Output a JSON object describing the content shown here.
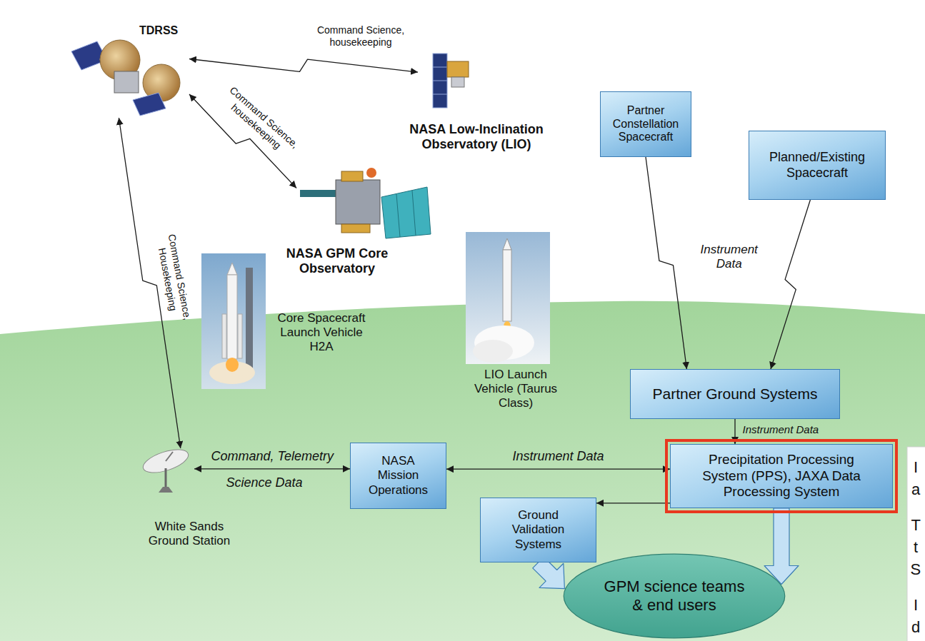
{
  "diagram": {
    "nodes": [
      {
        "text": [
          "TDRSS"
        ]
      },
      {
        "text": [
          "NASA Low-Inclination Observatory (LIO)"
        ]
      },
      {
        "text": [
          "NASA GPM Core Observatory"
        ]
      },
      {
        "text": [
          "Partner Constellation Spacecraft"
        ]
      },
      {
        "text": [
          "Planned/Existing Spacecraft"
        ]
      },
      {
        "text": [
          "Partner Ground Systems"
        ]
      },
      {
        "text": [
          "White Sands Ground Station"
        ]
      },
      {
        "text": [
          "NASA Mission Operations"
        ]
      },
      {
        "text": [
          "Precipitation Processing System (PPS), JAXA Data Processing System"
        ]
      },
      {
        "text": [
          "Ground Validation Systems"
        ]
      },
      {
        "text": [
          "GPM science teams & end users"
        ]
      }
    ],
    "edges": [
      {
        "from": 0,
        "to": 1,
        "arrow": "both",
        "label": "Command Science, housekeeping"
      },
      {
        "from": 0,
        "to": 2,
        "arrow": "both",
        "label": "Command Science, housekeeping"
      },
      {
        "from": 0,
        "to": 6,
        "arrow": "both",
        "label": "Command Science, Housekeeping"
      },
      {
        "from": 3,
        "to": 5,
        "arrow": "to",
        "label": "Instrument Data"
      },
      {
        "from": 4,
        "to": 5,
        "arrow": "to"
      },
      {
        "from": 5,
        "to": 8,
        "arrow": "to",
        "label": "Instrument Data"
      },
      {
        "from": 6,
        "to": 7,
        "arrow": "both",
        "label": "Command, Telemetry"
      },
      {
        "from": 7,
        "to": 8,
        "arrow": "both",
        "label": "Instrument Data"
      },
      {
        "from": 8,
        "to": 9,
        "arrow": "to"
      },
      {
        "from": 9,
        "to": 10,
        "arrow": "to"
      },
      {
        "from": 8,
        "to": 10,
        "arrow": "to"
      }
    ],
    "labels": [
      "Core Spacecraft Launch Vehicle H2A",
      "LIO Launch Vehicle (Taurus Class)",
      "Science Data",
      "I",
      "a",
      "T",
      "t",
      "S",
      "I",
      "d"
    ]
  }
}
